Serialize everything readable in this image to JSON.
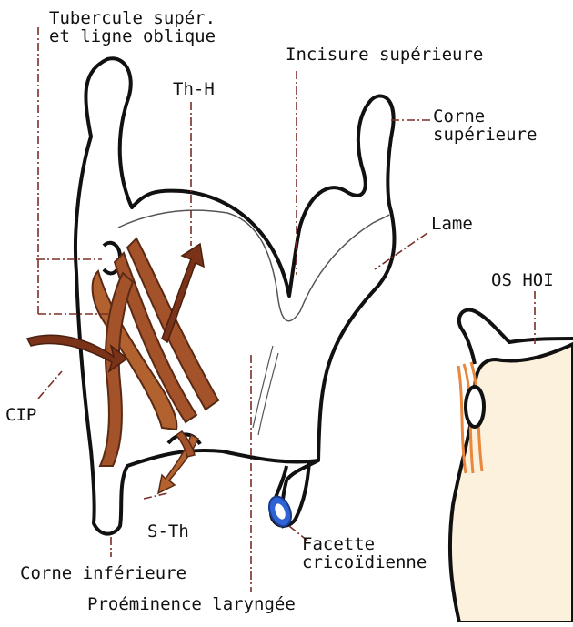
{
  "labels": {
    "tubercule": [
      "Tubercule supér.",
      "et ligne oblique"
    ],
    "incisure": "Incisure supérieure",
    "th_h": "Th-H",
    "corne_sup": [
      "Corne",
      "supérieure"
    ],
    "lame": "Lame",
    "os_hyoide": "OS HOI",
    "cip": "CIP",
    "s_th": "S-Th",
    "facette": [
      "Facette",
      "cricoïdienne"
    ],
    "corne_inf": "Corne inférieure",
    "proeminence": "Proéminence laryngée"
  },
  "colors": {
    "outline": "#111111",
    "leader": "#7a2f28",
    "muscle_fill": "#a4522a",
    "muscle_edge": "#5a2a14",
    "facet": "#2f63d6",
    "hyoid_fill": "#fbf1dc",
    "hyoid_edge": "#e8873d"
  }
}
